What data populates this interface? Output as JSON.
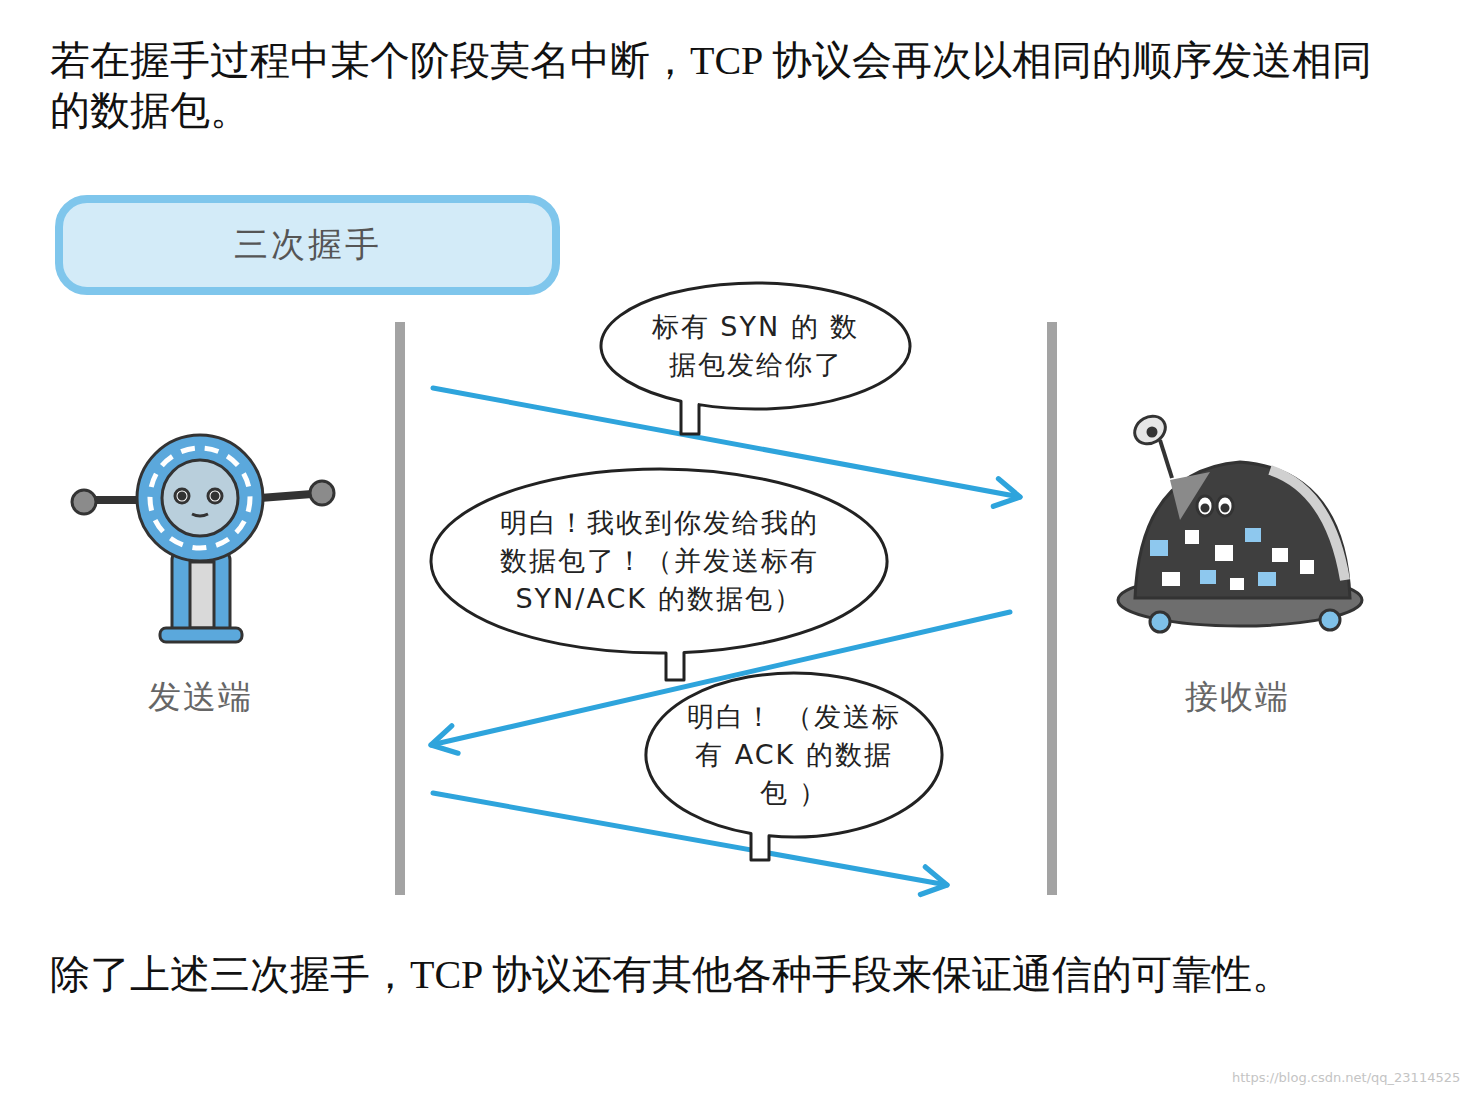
{
  "diagram": {
    "nodes": [
      {
        "text": [
          "三次握手"
        ]
      },
      {
        "text": [
          "发送端"
        ]
      },
      {
        "text": [
          "标有 SYN 的 数据包发给你了"
        ]
      },
      {
        "text": [
          "明白！我收到你发给我的 数据包了！（并发送标有 SYN/ACK 的数据包）"
        ]
      },
      {
        "text": [
          "明白！ （发送标有 ACK 的数据包 ）"
        ]
      },
      {
        "text": [
          "接收端"
        ]
      }
    ],
    "edges": [
      {
        "from": 1,
        "to": 5,
        "arrow": "to"
      },
      {
        "from": 5,
        "to": 1,
        "arrow": "to"
      },
      {
        "from": 1,
        "to": 5,
        "arrow": "to"
      }
    ],
    "labels": [
      "若在握手过程中某个阶段莫名中断，TCP 协议会再次以相同的顺序发送相同的数据包。",
      "除了上述三次握手，TCP 协议还有其他各种手段来保证通信的可靠性。",
      "https://blog.csdn.net/qq_23114525"
    ]
  }
}
